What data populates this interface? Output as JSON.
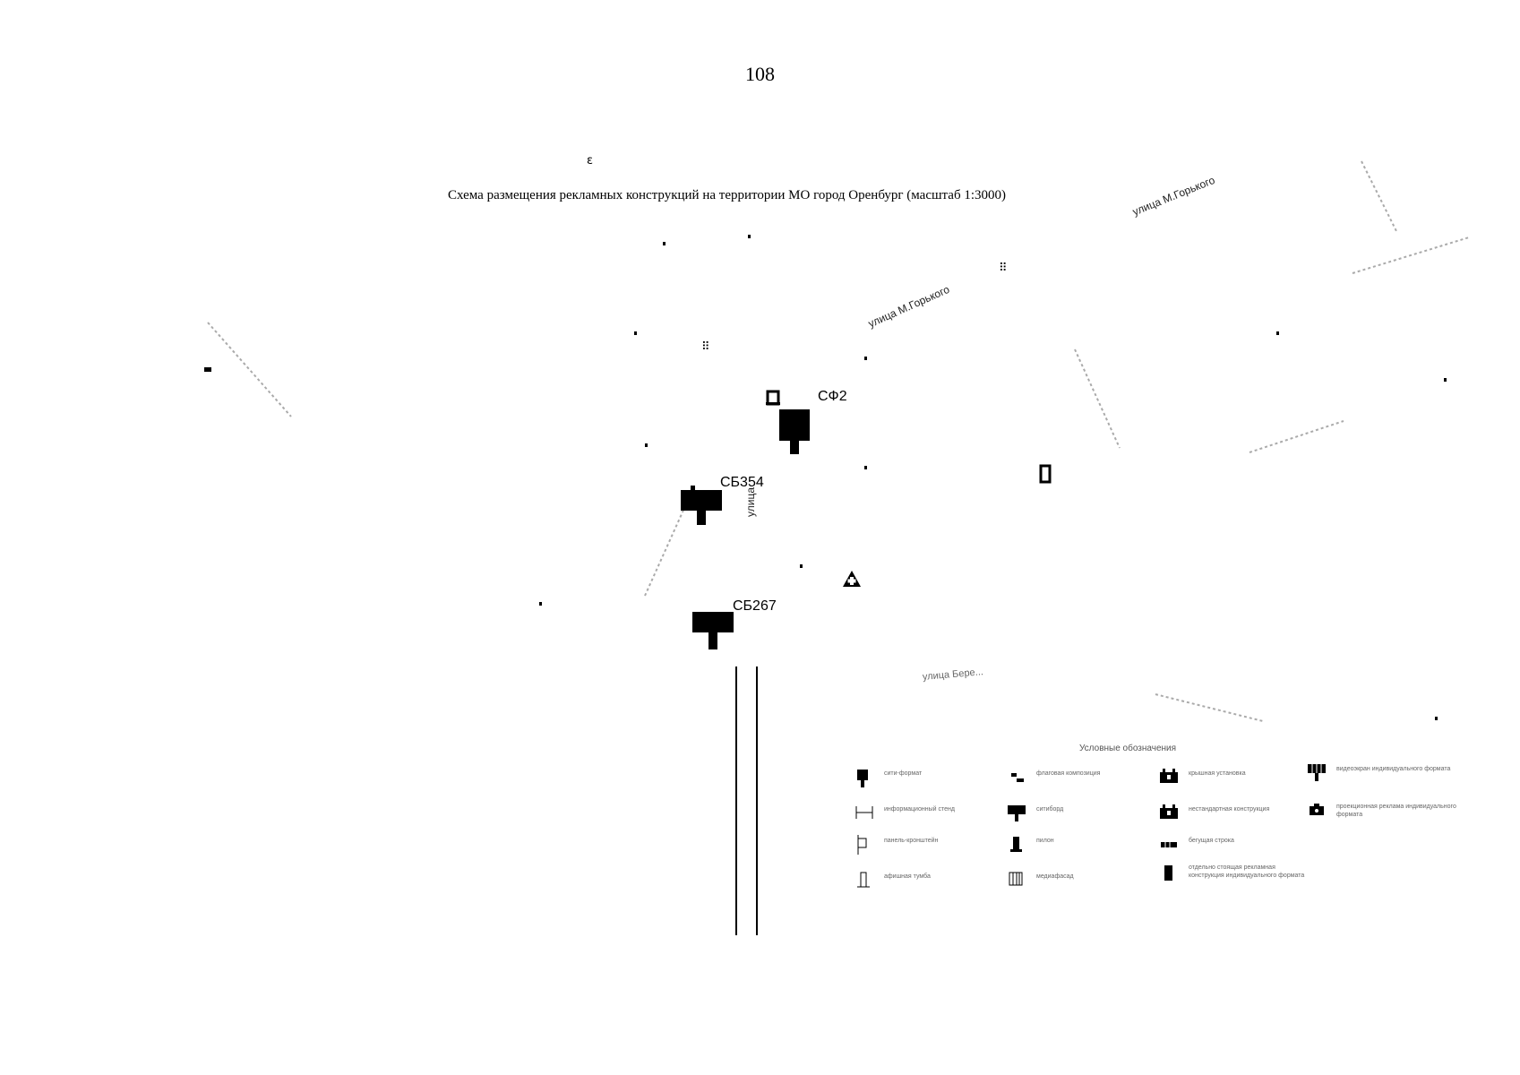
{
  "page_number": "108",
  "map": {
    "title": "Схема размещения рекламных конструкций на территории МО город Оренбург (масштаб 1:3000)",
    "construction_codes": {
      "cf2": "СФ2",
      "cb354": "СБ354",
      "cb267": "СБ267"
    },
    "street_labels": {
      "gorkogo_1": "улица М.Горького",
      "gorkogo_2": "улица М.Горького",
      "vertical_street": "улица",
      "bottom_street": "улица Бере..."
    },
    "legend": {
      "title": "Условные обозначения",
      "items": [
        {
          "label": "сити-формат",
          "icon": "billboard-small-icon"
        },
        {
          "label": "флаговая композиция",
          "icon": "flag-icon"
        },
        {
          "label": "крышная установка",
          "icon": "roof-install-icon"
        },
        {
          "label": "видеоэкран индивидуального формата",
          "icon": "video-screen-icon"
        },
        {
          "label": "информационный стенд",
          "icon": "info-stand-icon"
        },
        {
          "label": "ситиборд",
          "icon": "citiboard-icon"
        },
        {
          "label": "нестандартная конструкция",
          "icon": "nonstandard-icon"
        },
        {
          "label": "проекционная реклама индивидуального формата",
          "icon": "projection-icon"
        },
        {
          "label": "панель-кронштейн",
          "icon": "bracket-panel-icon"
        },
        {
          "label": "пилон",
          "icon": "pylon-icon"
        },
        {
          "label": "бегущая строка",
          "icon": "ticker-icon"
        },
        {
          "label": "афишная тумба",
          "icon": "poster-column-icon"
        },
        {
          "label": "медиафасад",
          "icon": "media-facade-icon"
        },
        {
          "label": "отдельно стоящая рекламная конструкция индивидуального формата",
          "icon": "freestanding-icon"
        }
      ]
    },
    "colors": {
      "ink": "#000000",
      "faint": "#666666",
      "background": "#ffffff"
    }
  }
}
